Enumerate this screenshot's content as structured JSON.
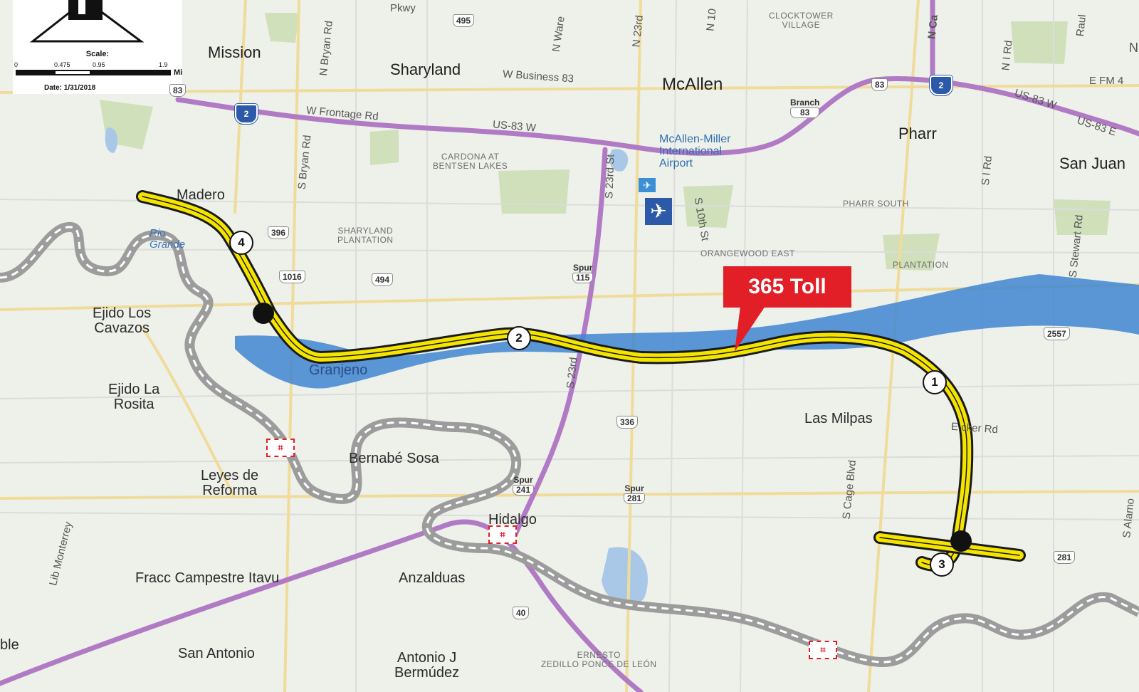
{
  "legend": {
    "scale_title": "Scale:",
    "ticks": [
      "0",
      "0.475",
      "0.95",
      "1.9"
    ],
    "unit": "Mi",
    "date": "Date: 1/31/2018"
  },
  "callout": "365 Toll",
  "markers": [
    "4",
    "2",
    "1",
    "3"
  ],
  "cities": {
    "mission": "Mission",
    "sharyland": "Sharyland",
    "mcallen": "McAllen",
    "pharr": "Pharr",
    "san_juan": "San Juan",
    "madero": "Madero",
    "ejido_los_cavazos": "Ejido Los\nCavazos",
    "ejido_la_rosita": "Ejido La\nRosita",
    "granjeno": "Granjeno",
    "las_milpas": "Las Milpas",
    "bernabe_sosa": "Bernabé Sosa",
    "leyes_de_reforma": "Leyes de\nReforma",
    "hidalgo": "Hidalgo",
    "fracc_campestre": "Fracc Campestre Itavu",
    "anzalduas": "Anzalduas",
    "san_antonio": "San Antonio",
    "antonio_j_bermudez": "Antonio J\nBermúdez",
    "ble": "ble"
  },
  "neighborhoods": {
    "clocktower": "CLOCKTOWER\nVILLAGE",
    "cardona": "CARDONA AT\nBENTSEN LAKES",
    "sharyland_plantation": "SHARYLAND\nPLANTATION",
    "pharr_south": "PHARR SOUTH",
    "orangewood": "ORANGEWOOD EAST",
    "plantation": "PLANTATION",
    "ernesto": "ERNESTO\nZEDILLO PONCE DE LEÓN"
  },
  "airport": "McAllen-Miller\nInternational\nAirport",
  "roads": {
    "w_business_83": "W Business 83",
    "w_frontage": "W Frontage Rd",
    "us83w_a": "US-83 W",
    "us83w_b": "US-83 W",
    "us83e": "US-83 E",
    "efm": "E FM 4",
    "n_bryan": "N Bryan Rd",
    "s_bryan": "S Bryan Rd",
    "n_ware": "N Ware",
    "n_23rd": "N 23rd",
    "s_23rd_a": "S 23rd St",
    "s_23rd_b": "S 23rd",
    "s_10th": "S 10th St",
    "n_10": "N 10",
    "n_cage": "N Ca",
    "n_i_rd": "N I Rd",
    "s_i_rd": "S I Rd",
    "s_stewart": "S Stewart Rd",
    "s_cage": "S Cage Blvd",
    "tucker": "E    cker Rd",
    "lib_monterrey": "Lib Monterrey",
    "raul": "Raul",
    "s_alamo": "S Alamo",
    "pkwy": "Pkwy",
    "rio_grande": "Rio\nGrande",
    "n_edge": "N"
  },
  "shields": {
    "s495": "495",
    "s396": "396",
    "s1016": "1016",
    "s494": "494",
    "s336": "336",
    "s2557": "2557",
    "s281": "281",
    "s40": "40",
    "s83": "83",
    "s_partial": "83"
  },
  "spurs": {
    "spur115": {
      "label": "Spur",
      "num": "115"
    },
    "spur241": {
      "label": "Spur",
      "num": "241"
    },
    "spur281": {
      "label": "Spur",
      "num": "281"
    },
    "branch83": {
      "label": "Branch",
      "num": "83"
    }
  },
  "interstates": {
    "i2a": "2",
    "i2b": "2"
  },
  "colors": {
    "toll_road": "#f4e400",
    "corridor": "#2f7fd1",
    "callout": "#e21e26",
    "highway": "#b07ac4",
    "river": "#9a9a9a",
    "water": "#a9c8e8",
    "park": "#c9dcb4"
  }
}
